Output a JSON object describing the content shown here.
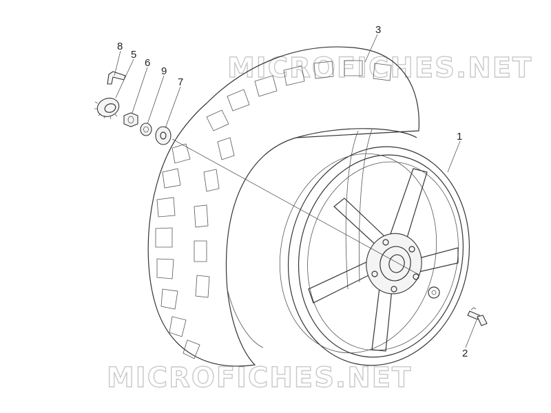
{
  "watermark": {
    "top": "MICROFICHES.NET",
    "bottom": "MICROFICHES.NET"
  },
  "callouts": [
    {
      "id": "rim",
      "number": "1"
    },
    {
      "id": "valve",
      "number": "2"
    },
    {
      "id": "tyre",
      "number": "3"
    },
    {
      "id": "speedo-drive",
      "number": "5"
    },
    {
      "id": "nut",
      "number": "6"
    },
    {
      "id": "washer",
      "number": "7"
    },
    {
      "id": "clip",
      "number": "8"
    },
    {
      "id": "spacer",
      "number": "9"
    }
  ]
}
